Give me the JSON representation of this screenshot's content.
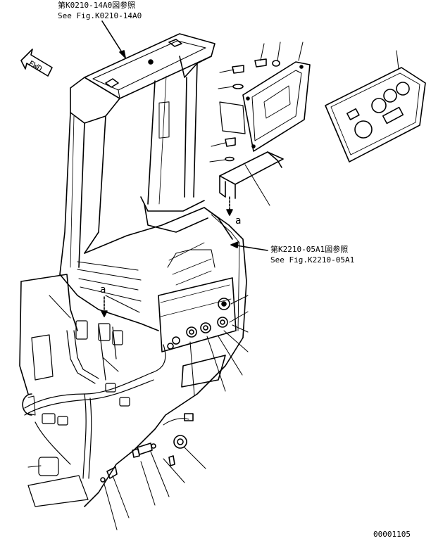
{
  "references": {
    "top": {
      "japanese": "第K0210-14A0図参照",
      "english": "See Fig.K0210-14A0"
    },
    "side": {
      "japanese": "第K2210-05A1図参照",
      "english": "See Fig.K2210-05A1"
    }
  },
  "direction_label": "FWD",
  "detail_marks": {
    "upper": "a",
    "lower": "a"
  },
  "drawing_number": "00001105"
}
